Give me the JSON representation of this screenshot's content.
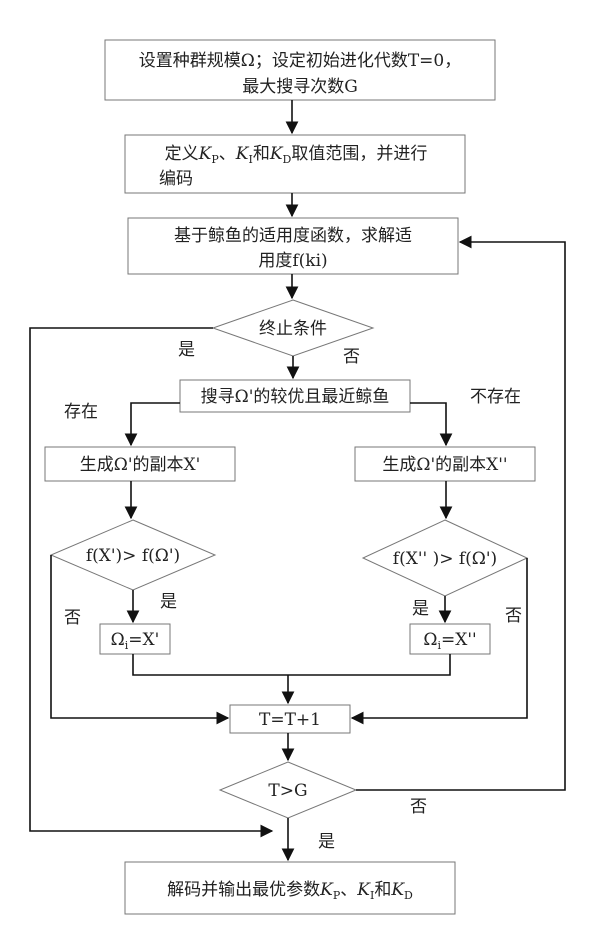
{
  "nodes": {
    "init": {
      "line1": "设置种群规模Ω；设定初始进化代数T=0，",
      "line2": "最大搜寻次数G"
    },
    "define": {
      "line1_pre": "定义",
      "kp": "K",
      "kp_sub": "P",
      "sep1": "、",
      "ki": "K",
      "ki_sub": "I",
      "and": "和",
      "kd": "K",
      "kd_sub": "D",
      "line1_post": "取值范围，并进行",
      "line2": "编码"
    },
    "fitness": {
      "line1": "基于鲸鱼的适用度函数，求解适",
      "line2": "用度f(ki)"
    },
    "terminate": {
      "text": "终止条件"
    },
    "search": {
      "text": "搜寻Ω'的较优且最近鲸鱼"
    },
    "gen_left": {
      "text": "生成Ω'的副本X'"
    },
    "gen_right": {
      "text": "生成Ω'的副本X''"
    },
    "cond_left": {
      "text": "f(X')> f(Ω')"
    },
    "cond_right": {
      "text": "f(X'' )> f(Ω')"
    },
    "assign_left": {
      "omega": "Ω",
      "sub": "i",
      "rest": "=X'"
    },
    "assign_right": {
      "omega": "Ω",
      "sub": "i",
      "rest": "=X''"
    },
    "increment": {
      "text": "T=T+1"
    },
    "compare": {
      "text": "T>G"
    },
    "output": {
      "pre": "解码并输出最优参数",
      "kp": "K",
      "kp_sub": "P",
      "sep1": "、",
      "ki": "K",
      "ki_sub": "I",
      "and": "和",
      "kd": "K",
      "kd_sub": "D"
    }
  },
  "edge_labels": {
    "yes_terminate": "是",
    "no_terminate": "否",
    "exists": "存在",
    "not_exists": "不存在",
    "yes_left": "是",
    "no_left": "否",
    "yes_right": "是",
    "no_right": "否",
    "no_compare": "否",
    "yes_compare": "是"
  }
}
